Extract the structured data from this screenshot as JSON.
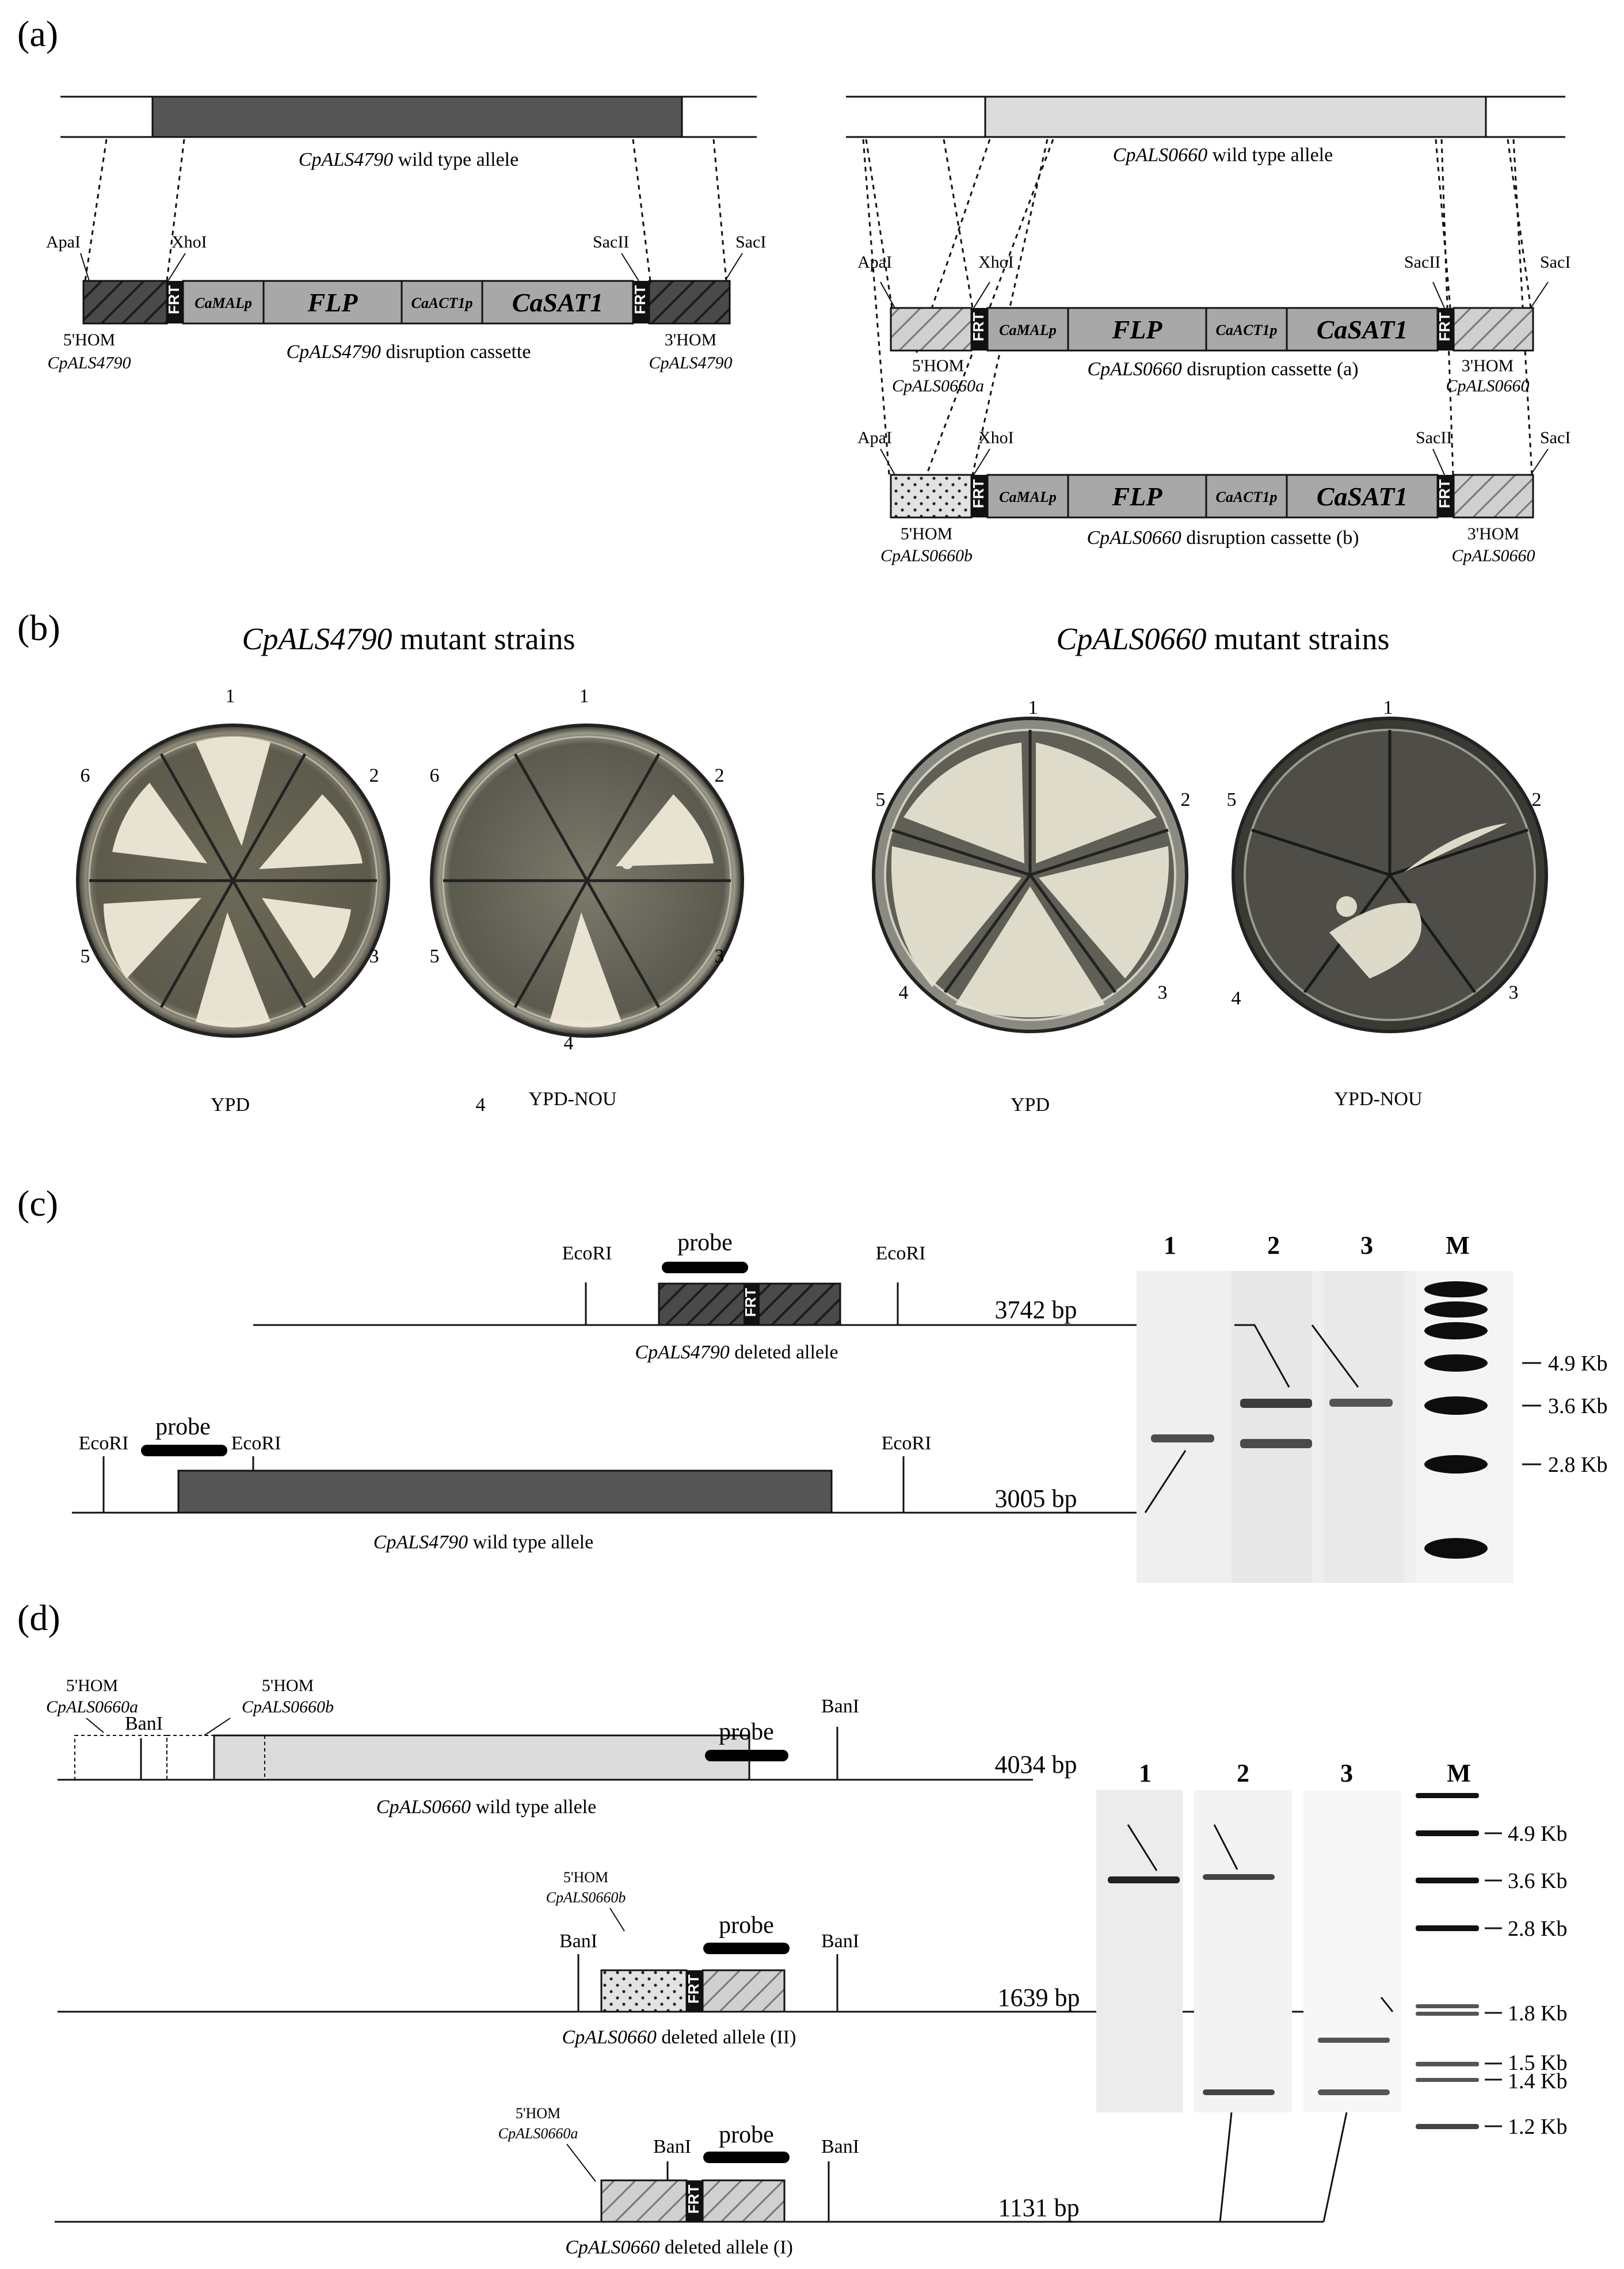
{
  "panels": {
    "a": {
      "letter": "(a)",
      "left": {
        "wt_label": "CpALS4790",
        "wt_suffix": " wild type allele",
        "sites": [
          "ApaI",
          "XhoI",
          "SacII",
          "SacI"
        ],
        "elements": [
          "FRT",
          "CaMALp",
          "FLP",
          "CaACT1p",
          "CaSAT1",
          "FRT"
        ],
        "hom5": "5'HOM",
        "hom5_gene": "CpALS4790",
        "hom3": "3'HOM",
        "hom3_gene": "CpALS4790",
        "cassette_label": "CpALS4790",
        "cassette_suffix": " disruption cassette"
      },
      "right": {
        "wt_label": "CpALS0660",
        "wt_suffix": " wild type allele",
        "sites": [
          "ApaI",
          "XhoI",
          "SacII",
          "SacI"
        ],
        "elements": [
          "FRT",
          "CaMALp",
          "FLP",
          "CaACT1p",
          "CaSAT1",
          "FRT"
        ],
        "cassette_a": {
          "hom5": "5'HOM",
          "hom5_gene": "CpALS0660a",
          "hom3": "3'HOM",
          "hom3_gene": "CpALS0660",
          "label": "CpALS0660",
          "suffix": " disruption cassette (a)"
        },
        "cassette_b": {
          "hom5": "5'HOM",
          "hom5_gene": "CpALS0660b",
          "hom3": "3'HOM",
          "hom3_gene": "CpALS0660",
          "label": "CpALS0660",
          "suffix": " disruption cassette (b)"
        }
      }
    },
    "b": {
      "letter": "(b)",
      "left_title_gene": "CpALS4790",
      "left_title_suffix": " mutant strains",
      "right_title_gene": "CpALS0660",
      "right_title_suffix": " mutant strains",
      "plate_numbers_6": [
        "1",
        "2",
        "3",
        "4",
        "5",
        "6"
      ],
      "plate_numbers_5": [
        "1",
        "2",
        "3",
        "4",
        "5"
      ],
      "stray_number": "4",
      "media": [
        "YPD",
        "YPD-NOU",
        "YPD",
        "YPD-NOU"
      ]
    },
    "c": {
      "letter": "(c)",
      "deleted": {
        "sites": [
          "EcoRI",
          "EcoRI"
        ],
        "probe": "probe",
        "frt": "FRT",
        "size": "3742 bp",
        "label": "CpALS4790",
        "suffix": "  deleted allele"
      },
      "wildtype": {
        "sites": [
          "EcoRI",
          "EcoRI",
          "EcoRI"
        ],
        "probe": "probe",
        "size": "3005 bp",
        "label": "CpALS4790",
        "suffix": " wild type allele"
      },
      "gel": {
        "lanes": [
          "1",
          "2",
          "3",
          "M"
        ],
        "markers": [
          "4.9 Kb",
          "3.6 Kb",
          "2.8 Kb"
        ]
      }
    },
    "d": {
      "letter": "(d)",
      "wildtype": {
        "hom5a": "5'HOM",
        "hom5a_gene": "CpALS0660a",
        "hom5b": "5'HOM",
        "hom5b_gene": "CpALS0660b",
        "sites": [
          "BanI",
          "BanI"
        ],
        "probe": "probe",
        "size": "4034 bp",
        "label": "CpALS0660",
        "suffix": " wild type allele"
      },
      "deleted_II": {
        "hom5": "5'HOM",
        "hom5_gene": "CpALS0660b",
        "sites": [
          "BanI",
          "BanI"
        ],
        "probe": "probe",
        "frt": "FRT",
        "size": "1639 bp",
        "label": "CpALS0660",
        "suffix": " deleted allele (II)"
      },
      "deleted_I": {
        "hom5": "5'HOM",
        "hom5_gene": "CpALS0660a",
        "sites": [
          "BanI",
          "BanI"
        ],
        "probe": "probe",
        "frt": "FRT",
        "size": "1131 bp",
        "label": "CpALS0660",
        "suffix": " deleted allele (I)"
      },
      "gel": {
        "lanes": [
          "1",
          "2",
          "3",
          "M"
        ],
        "markers": [
          "4.9 Kb",
          "3.6 Kb",
          "2.8 Kb",
          "1.8 Kb",
          "1.5 Kb",
          "1.4 Kb",
          "1.2 Kb"
        ]
      }
    }
  },
  "colors": {
    "dark_gene": "#555555",
    "light_gene": "#dcdcdc",
    "cassette_grey": "#a8a8a8",
    "hatch_dark": "#4a4a4a",
    "hatch_light": "#c8c8c8",
    "plate_agar": "#6f6b5c",
    "colony": "#efe9d8"
  }
}
